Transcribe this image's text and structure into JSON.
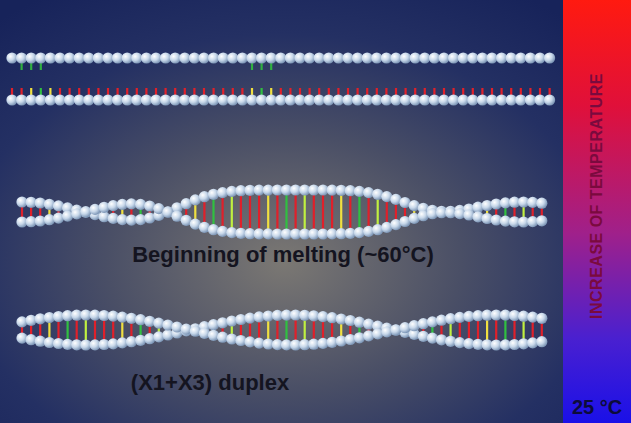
{
  "diagram": {
    "labels": [
      "Beginning of melting (~60°C)",
      "(X1+X3) duplex",
      "INCREASE OF TEMPERATURE",
      "25 °C"
    ]
  }
}
